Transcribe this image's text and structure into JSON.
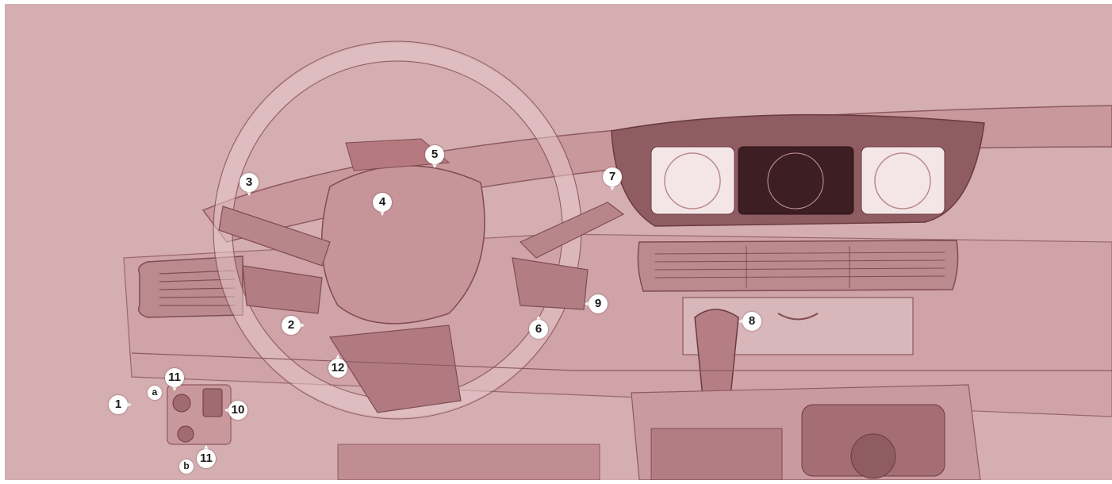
{
  "callouts": {
    "c1": "1",
    "c2": "2",
    "c3": "3",
    "c4": "4",
    "c5": "5",
    "c6": "6",
    "c7": "7",
    "c8": "8",
    "c9": "9",
    "c10": "10",
    "c11a": "11",
    "c11b": "11",
    "c12": "12"
  },
  "sub_labels": {
    "a": "a",
    "b": "b"
  },
  "colors": {
    "background": "#d4aeb1",
    "line": "#8e5a60",
    "callout_fill": "#ffffff"
  },
  "icons": [
    "steering-wheel-icon",
    "instrument-cluster-icon",
    "gear-selector-icon"
  ]
}
